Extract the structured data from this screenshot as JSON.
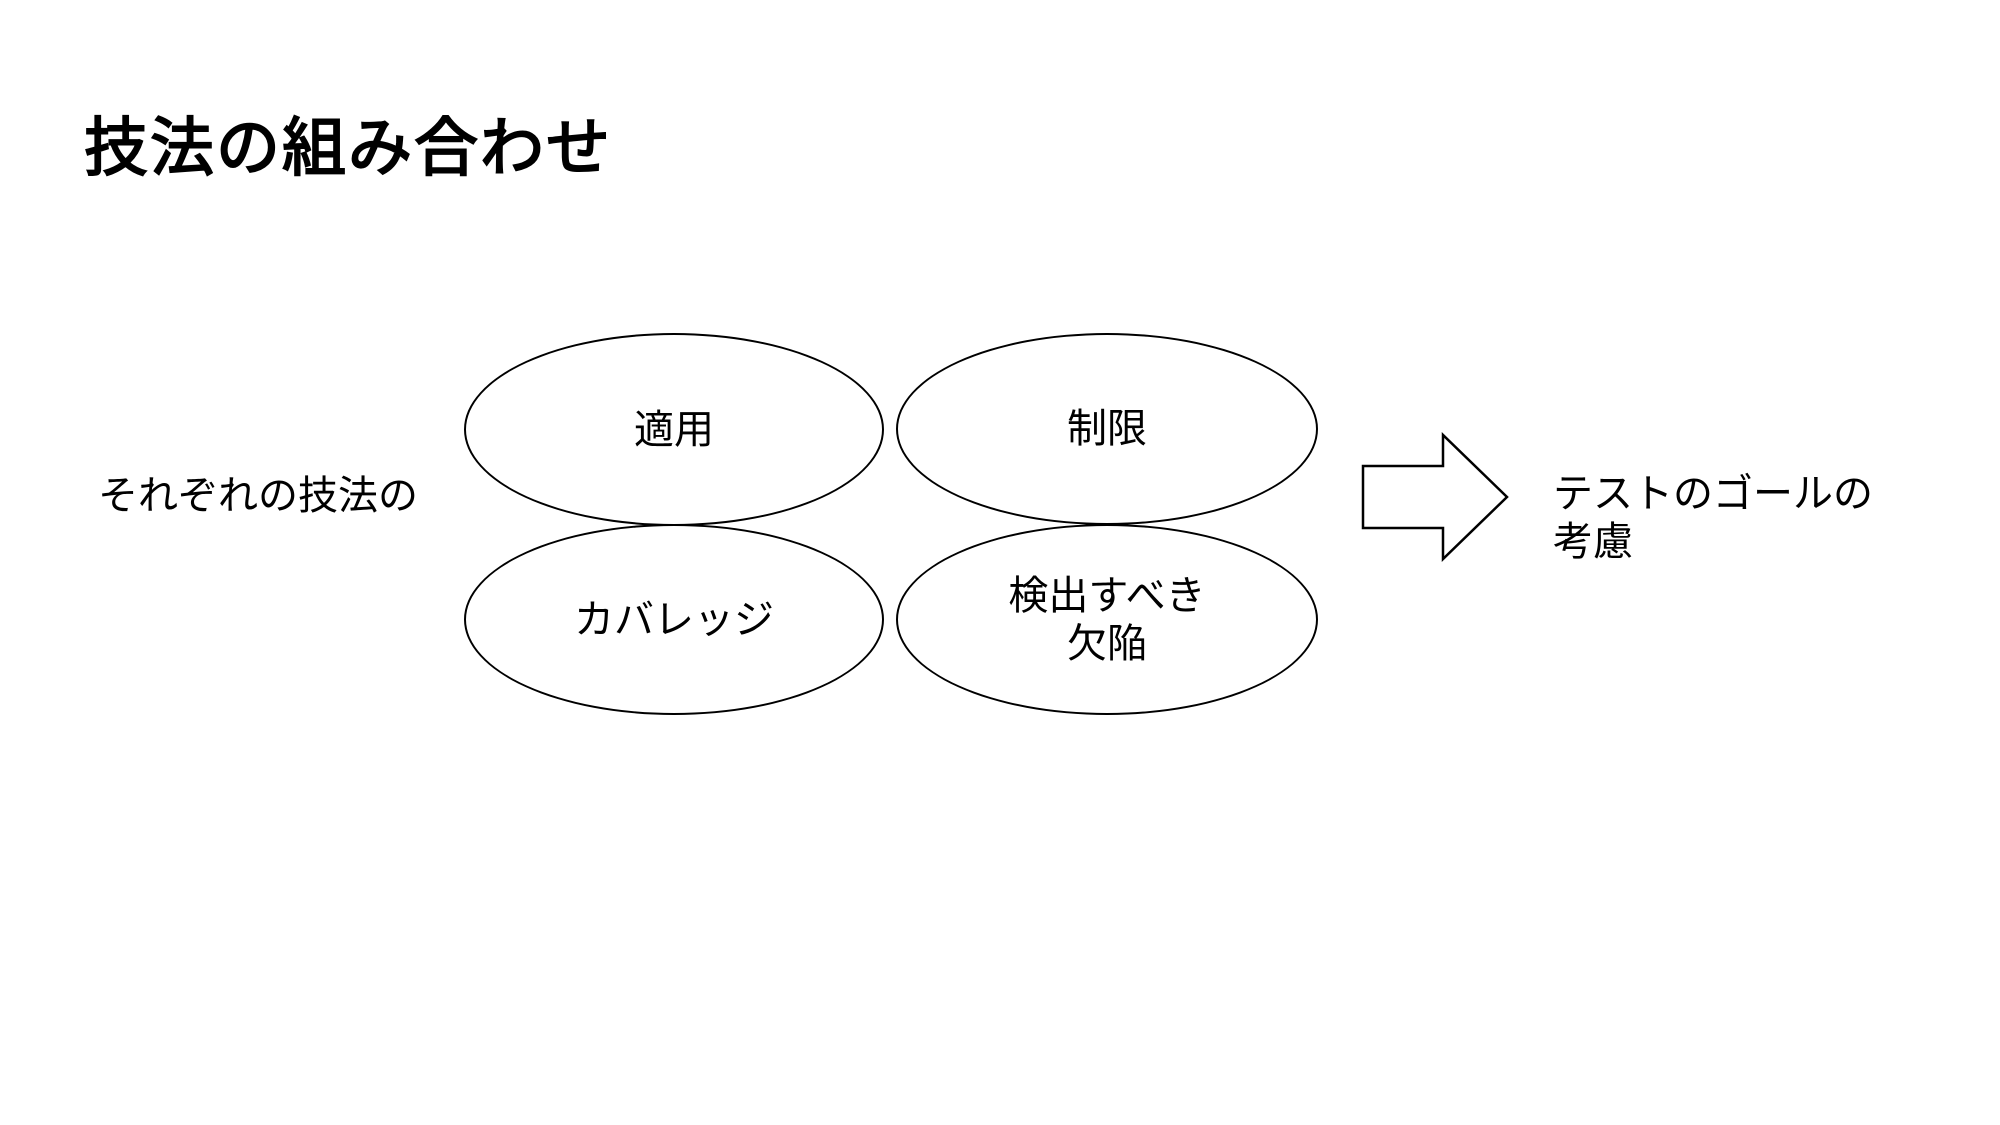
{
  "slide": {
    "title": "技法の組み合わせ",
    "context_label": "それぞれの技法の",
    "ellipses": [
      {
        "id": "application",
        "label": "適用"
      },
      {
        "id": "limitation",
        "label": "制限"
      },
      {
        "id": "coverage",
        "label": "カバレッジ"
      },
      {
        "id": "detectable-defects",
        "label": "検出すべき\n欠陥"
      }
    ],
    "arrow": {
      "icon": "right-block-arrow"
    },
    "goal_label": "テストのゴールの\n考慮",
    "colors": {
      "background": "#ffffff",
      "text": "#000000",
      "shape_stroke": "#000000",
      "shape_fill": "#ffffff"
    }
  }
}
